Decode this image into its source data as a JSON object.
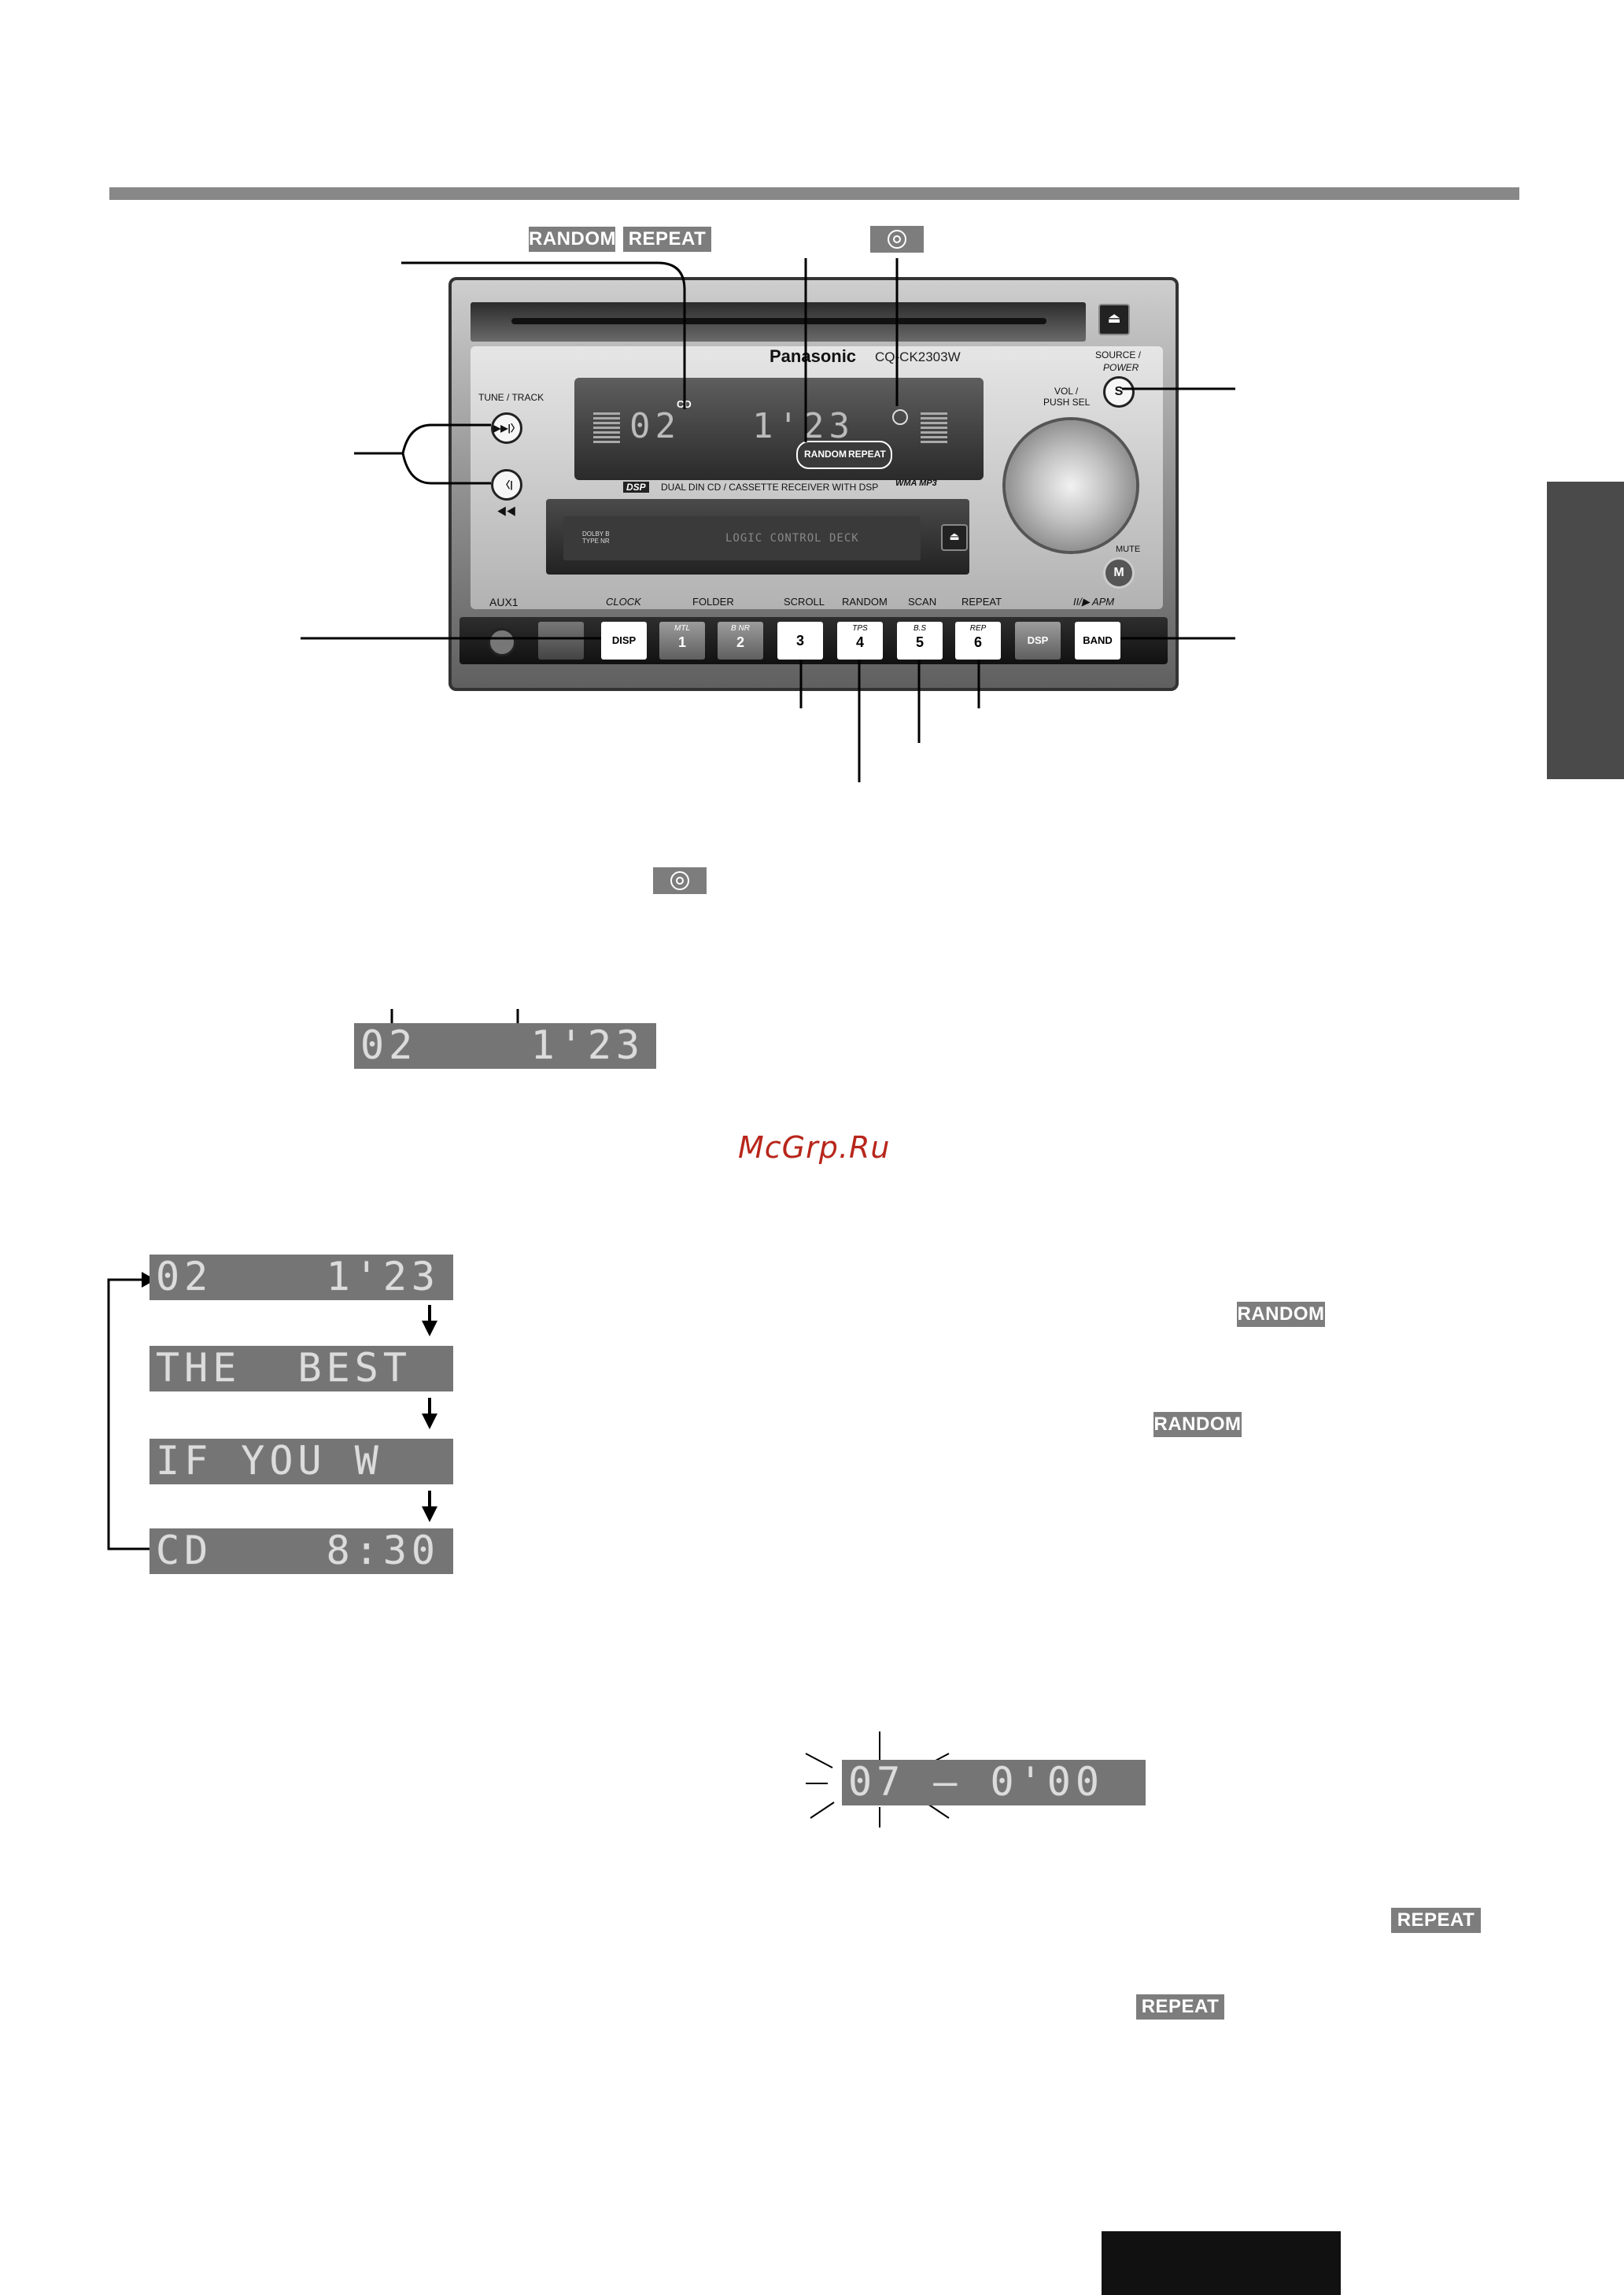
{
  "badges": {
    "random": "RANDOM",
    "repeat": "REPEAT"
  },
  "unit": {
    "brand": "Panasonic",
    "model": "CQ-CK2303W",
    "display_track": "02",
    "display_time": "1'23",
    "display_cd_label": "CD",
    "display_random": "RANDOM",
    "display_repeat": "REPEAT",
    "tune_track_label": "TUNE / TRACK",
    "next_icon": "next-track-icon",
    "prev_icon": "prev-track-icon",
    "source_label": "SOURCE /",
    "power_label": "POWER",
    "source_button": "S",
    "vol_label": "VOL /",
    "push_sel_label": "PUSH SEL",
    "mute_label": "MUTE",
    "mute_button": "M",
    "dsp_logo": "DSP",
    "receiver_desc": "DUAL DIN CD / CASSETTE RECEIVER WITH DSP",
    "format_logos": "WMA MP3",
    "deck_label": "LOGIC CONTROL DECK",
    "dolby_label": "DOLBY B TYPE NR",
    "aux_label": "AUX1",
    "clock_label": "CLOCK",
    "folder_label": "FOLDER",
    "scroll_label": "SCROLL",
    "random_label": "RANDOM",
    "scan_label": "SCAN",
    "repeat_label": "REPEAT",
    "apm_label": "II/▶ APM",
    "keys": [
      {
        "top": "",
        "num": "DISP"
      },
      {
        "top": "MTL",
        "num": "1"
      },
      {
        "top": "B NR",
        "num": "2"
      },
      {
        "top": "",
        "num": "3"
      },
      {
        "top": "TPS",
        "num": "4"
      },
      {
        "top": "B.S",
        "num": "5"
      },
      {
        "top": "REP",
        "num": "6"
      },
      {
        "top": "",
        "num": "DSP"
      },
      {
        "top": "",
        "num": "BAND"
      }
    ]
  },
  "display_example": "02    1'23",
  "disp_sequence": [
    "02    1'23",
    "THE  BEST",
    "IF YOU W",
    "CD    8:30"
  ],
  "blink_display": "07 — 0'00",
  "watermark": "McGrp.Ru"
}
